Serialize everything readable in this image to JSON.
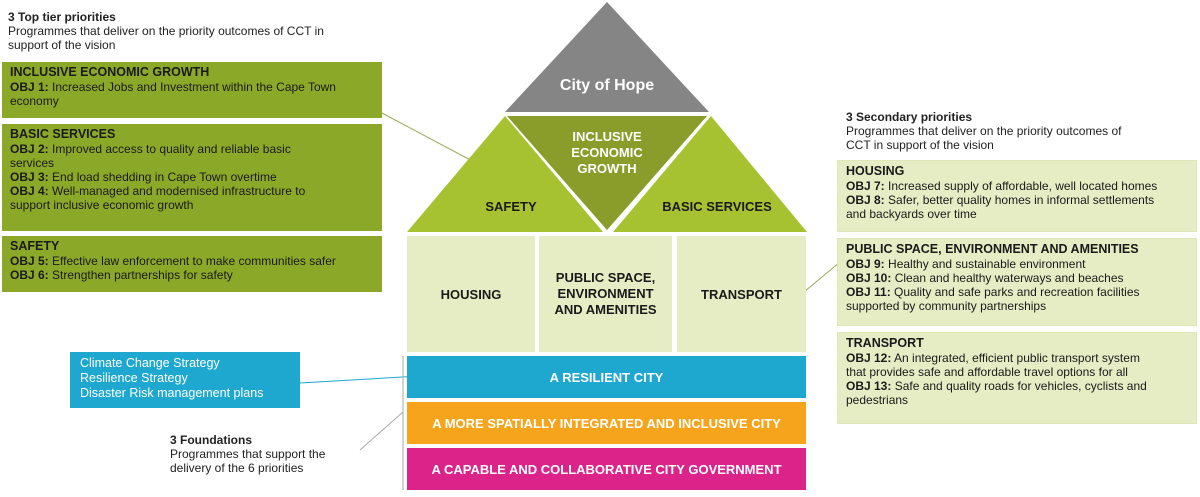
{
  "top_tier": {
    "title": "3 Top tier priorities",
    "subtitle_lines": [
      "Programmes that deliver on the priority outcomes of CCT in",
      "support of the vision"
    ],
    "panels": [
      {
        "title": "INCLUSIVE ECONOMIC GROWTH",
        "objectives": [
          {
            "code": "OBJ 1:",
            "lines": [
              " Increased Jobs and Investment within the Cape Town",
              "economy"
            ]
          }
        ]
      },
      {
        "title": "BASIC SERVICES",
        "objectives": [
          {
            "code": "OBJ 2:",
            "lines": [
              " Improved access to quality and reliable basic",
              "services"
            ]
          },
          {
            "code": "OBJ 3:",
            "lines": [
              " End load shedding in Cape Town overtime"
            ]
          },
          {
            "code": "OBJ 4:",
            "lines": [
              " Well-managed and modernised infrastructure to",
              "support inclusive economic growth"
            ]
          }
        ]
      },
      {
        "title": "SAFETY",
        "objectives": [
          {
            "code": "OBJ 5:",
            "lines": [
              " Effective law enforcement to make communities safer"
            ]
          },
          {
            "code": "OBJ 6:",
            "lines": [
              " Strengthen partnerships for safety"
            ]
          }
        ]
      }
    ]
  },
  "secondary": {
    "title": "3 Secondary priorities",
    "subtitle_lines": [
      "Programmes that deliver on the priority outcomes of",
      "CCT in support of the vision"
    ],
    "panels": [
      {
        "title": "HOUSING",
        "objectives": [
          {
            "code": "OBJ 7:",
            "lines": [
              " Increased supply of affordable, well located homes"
            ]
          },
          {
            "code": "OBJ 8:",
            "lines": [
              " Safer, better quality homes in informal settlements",
              "and backyards over time"
            ]
          }
        ]
      },
      {
        "title": "PUBLIC SPACE, ENVIRONMENT AND AMENITIES",
        "objectives": [
          {
            "code": "OBJ 9:",
            "lines": [
              " Healthy and sustainable environment"
            ]
          },
          {
            "code": "OBJ 10:",
            "lines": [
              " Clean and healthy waterways and beaches"
            ]
          },
          {
            "code": "OBJ 11:",
            "lines": [
              " Quality and safe parks and recreation facilities",
              "supported by community partnerships"
            ]
          }
        ]
      },
      {
        "title": "TRANSPORT",
        "objectives": [
          {
            "code": "OBJ 12:",
            "lines": [
              " An integrated, efficient public transport system",
              "that provides safe and affordable travel options for all"
            ]
          },
          {
            "code": "OBJ 13:",
            "lines": [
              " Safe and quality roads for vehicles, cyclists and",
              "pedestrians"
            ]
          }
        ]
      }
    ]
  },
  "strategies": [
    "Climate Change Strategy",
    "Resilience Strategy",
    "Disaster Risk management plans"
  ],
  "foundations": {
    "title": "3 Foundations",
    "subtitle_lines": [
      "Programmes that support the",
      "delivery of the 6 priorities"
    ]
  },
  "house": {
    "apex_label": "City of Hope",
    "center_label_lines": [
      "INCLUSIVE",
      "ECONOMIC",
      "GROWTH"
    ],
    "left_label": "SAFETY",
    "right_label": "BASIC SERVICES",
    "pillars": [
      {
        "lines": [
          "HOUSING"
        ]
      },
      {
        "lines": [
          "PUBLIC SPACE,",
          "ENVIRONMENT",
          "AND AMENITIES"
        ]
      },
      {
        "lines": [
          "TRANSPORT"
        ]
      }
    ],
    "bands": [
      {
        "label": "A RESILIENT CITY",
        "color": "#1ea7cf"
      },
      {
        "label": "A MORE SPATIALLY INTEGRATED AND INCLUSIVE CITY",
        "color": "#f7a41d"
      },
      {
        "label": "A CAPABLE AND COLLABORATIVE CITY GOVERNMENT",
        "color": "#dc238a"
      }
    ]
  },
  "colors": {
    "apex": "#858585",
    "dark_green": "#8ca828",
    "mid_green": "#a6c230",
    "center_green": "#8a9c2a",
    "light_green": "#e6ecc4",
    "strategy_blue": "#1ea7cf"
  }
}
